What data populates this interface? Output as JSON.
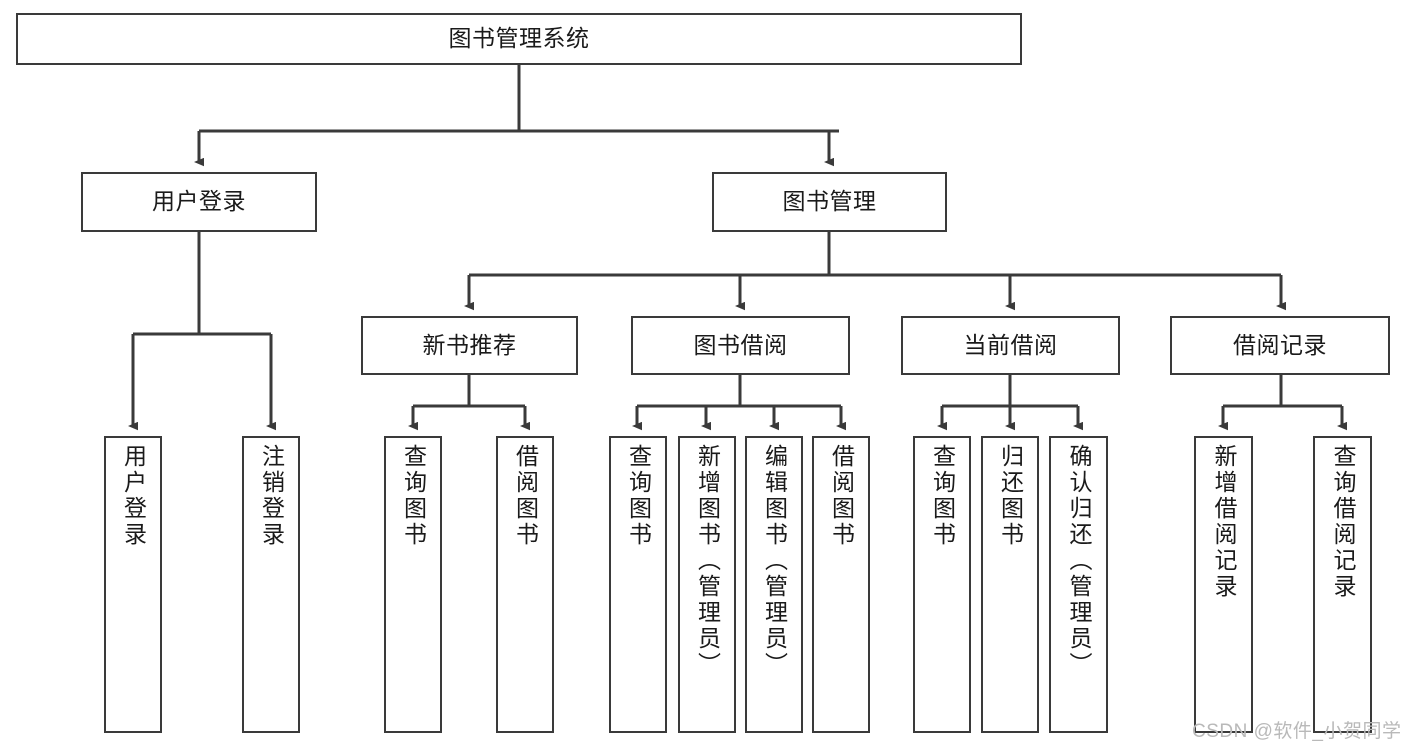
{
  "diagram": {
    "title": "图书管理系统",
    "type": "tree-hierarchy",
    "stroke_color": "#3a3a3a",
    "text_color": "#1a1a1a",
    "background": "#ffffff"
  },
  "nodes": {
    "root": {
      "label": "图书管理系统"
    },
    "level2": [
      {
        "label": "用户登录"
      },
      {
        "label": "图书管理"
      }
    ],
    "level3": [
      {
        "label": "新书推荐"
      },
      {
        "label": "图书借阅"
      },
      {
        "label": "当前借阅"
      },
      {
        "label": "借阅记录"
      }
    ],
    "leaves_user_login": [
      {
        "label": "用户登录"
      },
      {
        "label": "注销登录"
      }
    ],
    "leaves_new_book": [
      {
        "label": "查询图书"
      },
      {
        "label": "借阅图书"
      }
    ],
    "leaves_borrow": [
      {
        "label": "查询图书"
      },
      {
        "label": "新增图书（管理员）"
      },
      {
        "label": "编辑图书（管理员）"
      },
      {
        "label": "借阅图书"
      }
    ],
    "leaves_current": [
      {
        "label": "查询图书"
      },
      {
        "label": "归还图书"
      },
      {
        "label": "确认归还（管理员）"
      }
    ],
    "leaves_record": [
      {
        "label": "新增借阅记录"
      },
      {
        "label": "查询借阅记录"
      }
    ]
  },
  "watermark": {
    "text": "CSDN @软件_小贺同学"
  }
}
